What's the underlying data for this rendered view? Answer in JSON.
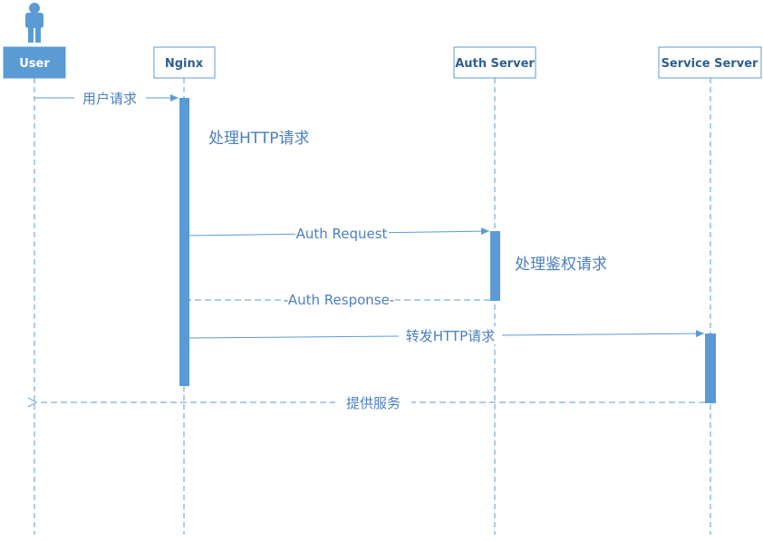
{
  "participants": {
    "user": "User",
    "nginx": "Nginx",
    "auth": "Auth Server",
    "service": "Service Server"
  },
  "messages": {
    "user_request": "用户请求",
    "auth_request": "Auth Request",
    "auth_response": "-Auth Response-",
    "forward_request": "转发HTTP请求",
    "provide_service": "提供服务"
  },
  "notes": {
    "nginx_process": "处理HTTP请求",
    "auth_process": "处理鉴权请求"
  },
  "colors": {
    "accent": "#5b9bd5",
    "label": "#4a7fbf"
  }
}
